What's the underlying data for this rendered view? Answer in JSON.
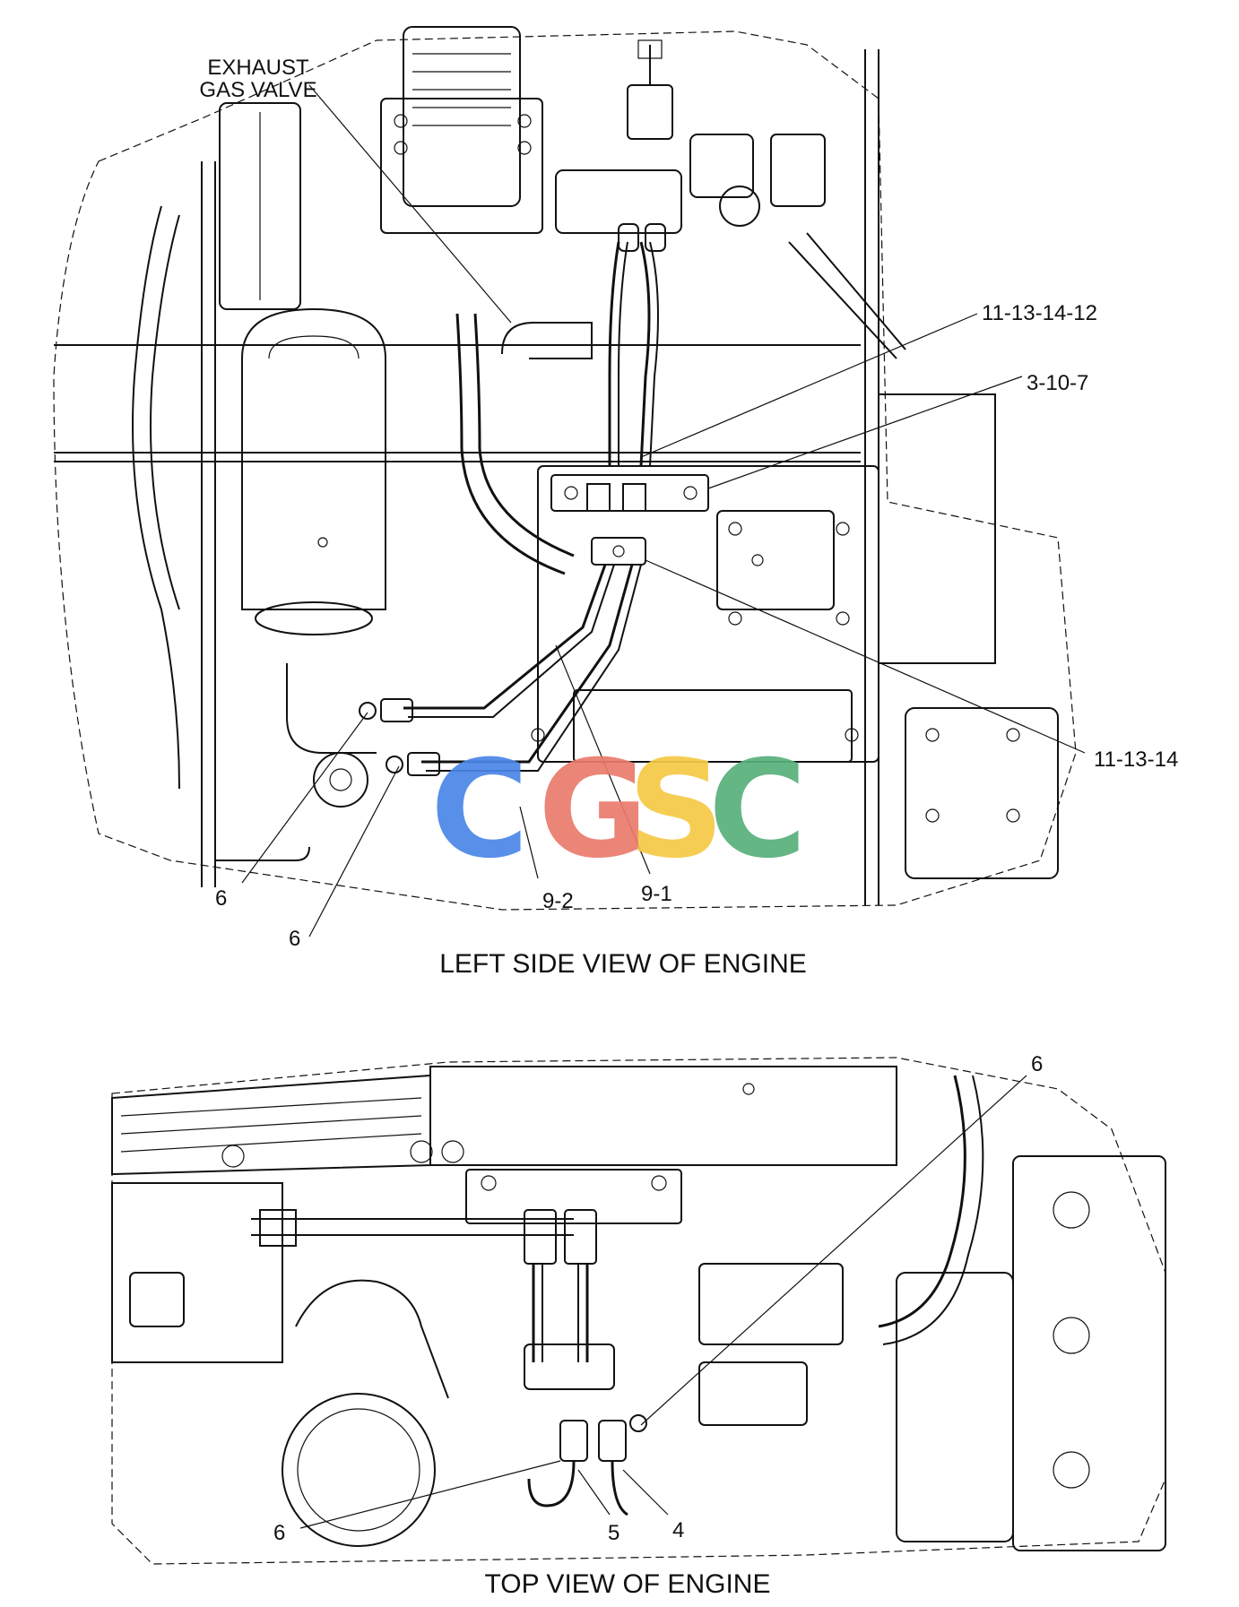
{
  "views": [
    {
      "name": "left-side-view",
      "caption": "LEFT SIDE VIEW OF ENGINE",
      "callouts": [
        {
          "id": "exhaust",
          "lines": [
            "EXHAUST",
            "GAS VALVE"
          ]
        },
        {
          "id": "c1",
          "text": "11-13-14-12"
        },
        {
          "id": "c2",
          "text": "3-10-7"
        },
        {
          "id": "c3",
          "text": "11-13-14"
        },
        {
          "id": "c4",
          "text": "6"
        },
        {
          "id": "c5",
          "text": "6"
        },
        {
          "id": "c6",
          "text": "9-2"
        },
        {
          "id": "c7",
          "text": "9-1"
        }
      ]
    },
    {
      "name": "top-view",
      "caption": "TOP VIEW OF ENGINE",
      "callouts": [
        {
          "id": "t1",
          "text": "6"
        },
        {
          "id": "t2",
          "text": "6"
        },
        {
          "id": "t3",
          "text": "5"
        },
        {
          "id": "t4",
          "text": "4"
        }
      ]
    }
  ],
  "watermark": {
    "letters": [
      "C",
      "G",
      "S",
      "C"
    ],
    "colors": [
      "#4a86e8",
      "#ea7b6c",
      "#f6c945",
      "#57b07b"
    ]
  }
}
